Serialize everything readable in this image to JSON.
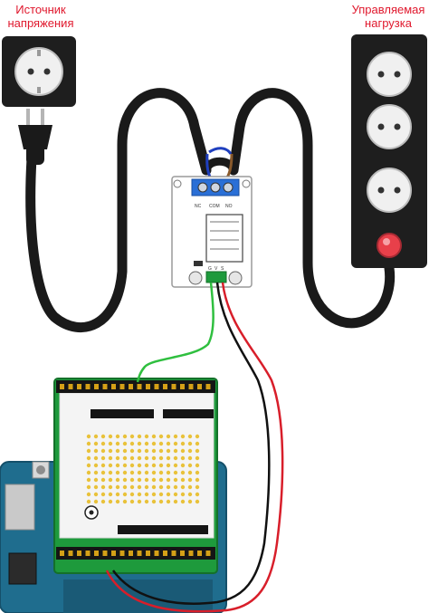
{
  "labels": {
    "source_line1": "Источник",
    "source_line2": "напряжения",
    "load_line1": "Управляемая",
    "load_line2": "нагрузка"
  },
  "relay": {
    "terminal_nc": "NC",
    "terminal_com": "COM",
    "terminal_no": "NO",
    "pin_ground": "G",
    "pin_vcc": "V",
    "pin_signal": "S"
  },
  "colors": {
    "label_red": "#e0182d",
    "cable": "#1a1a1a",
    "wire_blue": "#1f3fbf",
    "wire_brown": "#8a5a2b",
    "wire_green": "#2fbf3f",
    "wire_black": "#111111",
    "wire_red": "#d81e2a",
    "shield_green": "#1e9a3c",
    "arduino_blue": "#1f6d8e",
    "terminal_blue": "#2a6fd6",
    "load_button_red": "#e8404a"
  }
}
